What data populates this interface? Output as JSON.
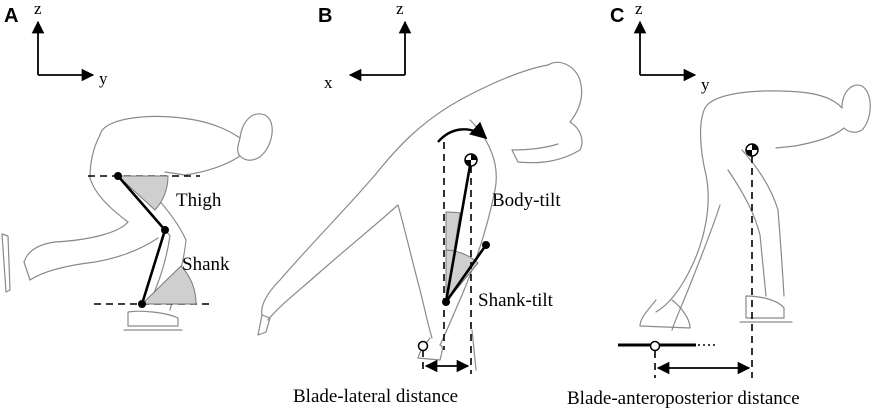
{
  "panels": [
    {
      "letter": "A",
      "axis_vertical": "z",
      "axis_horizontal": "y"
    },
    {
      "letter": "B",
      "axis_vertical": "z",
      "axis_horizontal": "x"
    },
    {
      "letter": "C",
      "axis_vertical": "z",
      "axis_horizontal": "y"
    }
  ],
  "labels": {
    "thigh": "Thigh",
    "shank": "Shank",
    "body_tilt": "Body-tilt",
    "shank_tilt": "Shank-tilt",
    "blade_lateral": "Blade-lateral distance",
    "blade_anteroposterior": "Blade-anteroposterior distance"
  },
  "icons": [
    "center-of-mass-icon",
    "rotation-arrow-icon",
    "blade-marker-icon"
  ]
}
